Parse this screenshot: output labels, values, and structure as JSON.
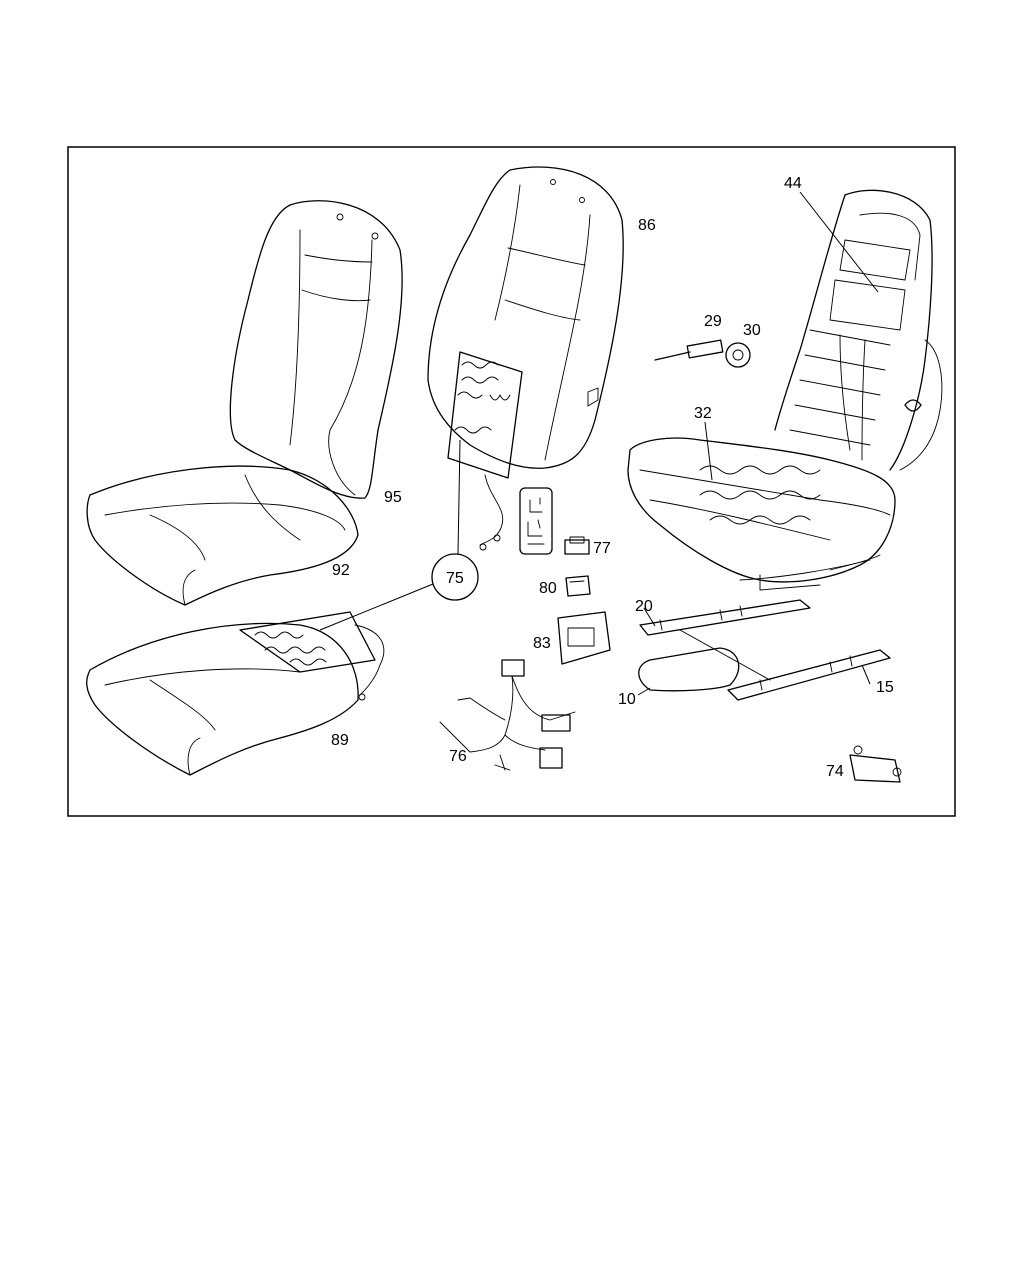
{
  "diagram": {
    "callouts": {
      "c10": "10",
      "c15": "15",
      "c20": "20",
      "c29": "29",
      "c30": "30",
      "c32": "32",
      "c44": "44",
      "c74": "74",
      "c75": "75",
      "c76": "76",
      "c77": "77",
      "c80": "80",
      "c83": "83",
      "c86": "86",
      "c89": "89",
      "c92": "92",
      "c95": "95"
    }
  }
}
